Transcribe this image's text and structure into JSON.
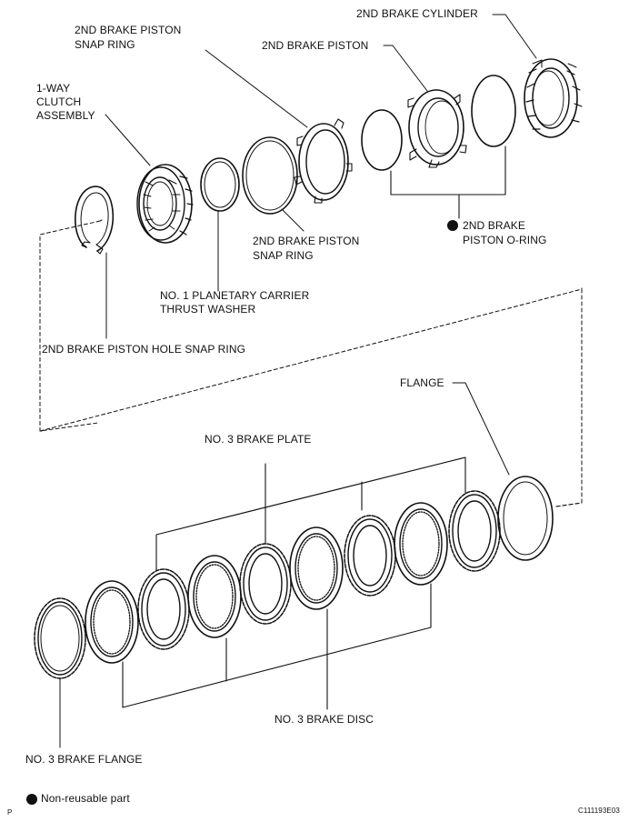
{
  "labels": {
    "cylinder": "2ND BRAKE CYLINDER",
    "piston": "2ND BRAKE PISTON",
    "piston_snap_ring_top_1": "2ND BRAKE PISTON",
    "piston_snap_ring_top_2": "SNAP RING",
    "one_way_1": "1-WAY",
    "one_way_2": "CLUTCH",
    "one_way_3": "ASSEMBLY",
    "o_ring_1": "2ND BRAKE",
    "o_ring_2": "PISTON O-RING",
    "piston_snap_ring_mid_1": "2ND BRAKE PISTON",
    "piston_snap_ring_mid_2": "SNAP RING",
    "washer_1": "NO. 1 PLANETARY CARRIER",
    "washer_2": "THRUST WASHER",
    "hole_snap_ring": "2ND BRAKE PISTON HOLE SNAP RING",
    "flange": "FLANGE",
    "brake_plate": "NO. 3 BRAKE PLATE",
    "brake_disc": "NO. 3 BRAKE DISC",
    "brake_flange": "NO. 3 BRAKE FLANGE",
    "legend": "Non-reusable part",
    "corner_p": "P",
    "figure_code": "C111193E03"
  },
  "legend_marker": "filled-circle",
  "colors": {
    "ink": "#111111",
    "background": "#ffffff"
  }
}
